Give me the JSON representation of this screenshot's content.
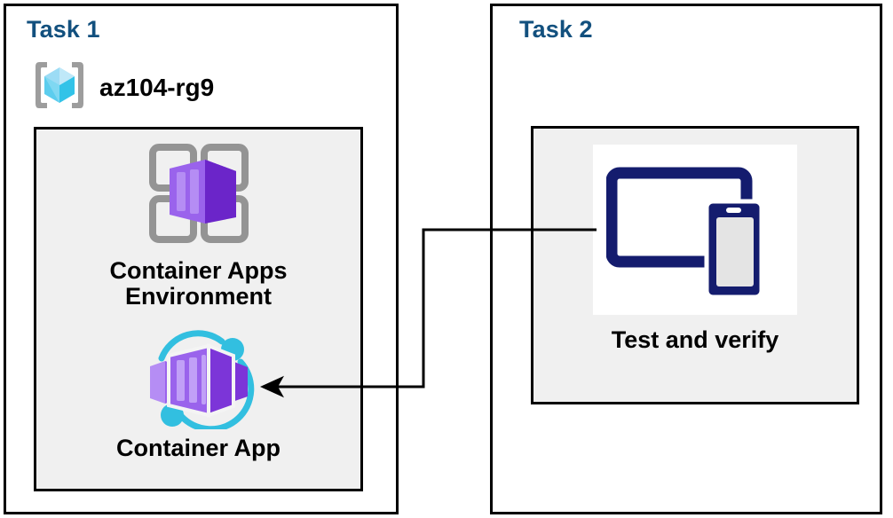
{
  "diagram": {
    "title_color": "#12507e",
    "panel_border_color": "#000000",
    "inner_fill_color": "#f0f0f0",
    "connector_color": "#000000"
  },
  "task1": {
    "label": "Task 1",
    "resource_group": {
      "icon": "azure-resource-group-icon",
      "name": "az104-rg9"
    },
    "nodes": [
      {
        "icon": "container-apps-environment-icon",
        "caption": "Container Apps\nEnvironment"
      },
      {
        "icon": "container-app-icon",
        "caption": "Container App"
      }
    ]
  },
  "task2": {
    "label": "Task 2",
    "nodes": [
      {
        "icon": "test-and-verify-devices-icon",
        "caption": "Test and verify"
      }
    ]
  },
  "connector": {
    "name": "test-and-verify-to-container-app-arrow",
    "from": "Test and verify",
    "to": "Container App",
    "direction": "right-to-left"
  }
}
